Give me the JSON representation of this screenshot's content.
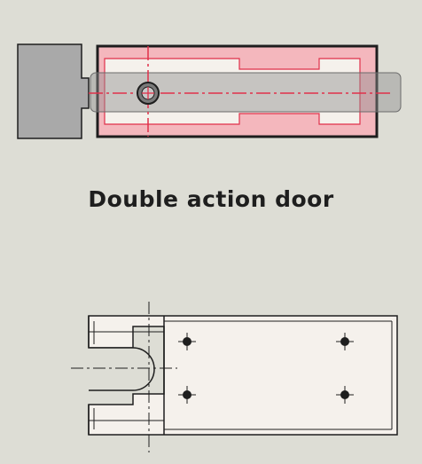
{
  "caption": "Double action door",
  "colors": {
    "background": "#ddddd5",
    "line": "#1e1e1e",
    "centerline_red": "#e0304a",
    "pink_fill": "#f4b7bd",
    "light_fill": "#f5f1ec",
    "grey_block": "#a9a9a9",
    "grey_overlay": "#8f8f8f"
  },
  "symbols": {
    "top_drawing": [
      "hinge-block",
      "pivot-point",
      "centerline"
    ],
    "bottom_drawing": [
      "screw-hole",
      "screw-hole",
      "screw-hole",
      "screw-hole",
      "slot",
      "centerline"
    ]
  }
}
